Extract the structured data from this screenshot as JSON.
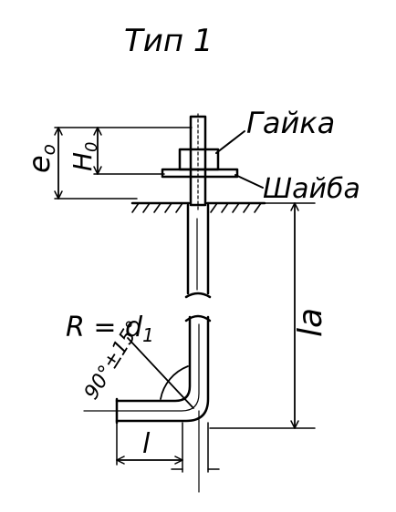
{
  "title": "Тип 1",
  "labels": {
    "nut": "Гайка",
    "washer": "Шайба",
    "e0": "e",
    "e0_sub": "o",
    "h0": "H",
    "h0_sub": "0",
    "la": "la",
    "radius": "R = d",
    "radius_sub": "1",
    "angle": "90°±15°",
    "l": "l"
  }
}
